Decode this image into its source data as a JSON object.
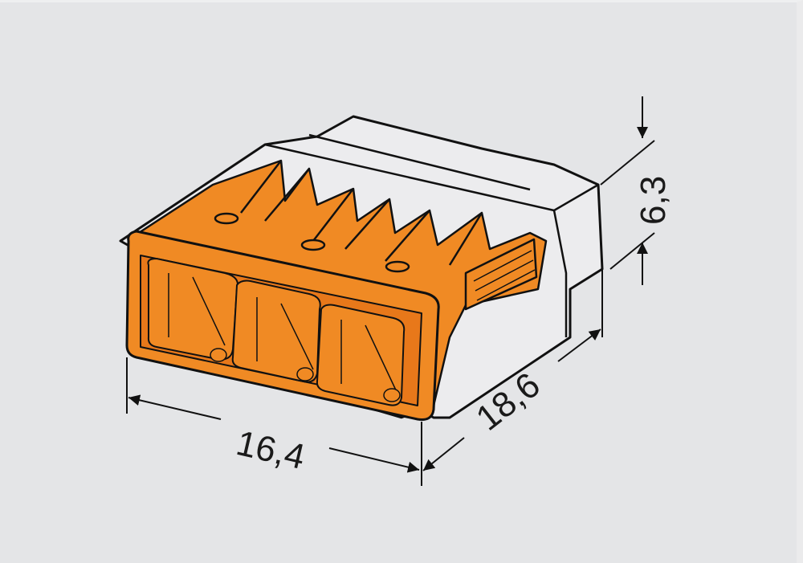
{
  "figure": {
    "subject": "3-conductor push-in wire connector",
    "colors": {
      "background": "#e4e5e7",
      "housing": "#ececee",
      "lever_orange": "#f08a24",
      "outline": "#111111"
    },
    "dimensions": {
      "width": {
        "label": "16,4",
        "value": 16.4
      },
      "depth": {
        "label": "18,6",
        "value": 18.6
      },
      "height": {
        "label": "6,3",
        "value": 6.3
      }
    },
    "conductor_ports": 3
  }
}
